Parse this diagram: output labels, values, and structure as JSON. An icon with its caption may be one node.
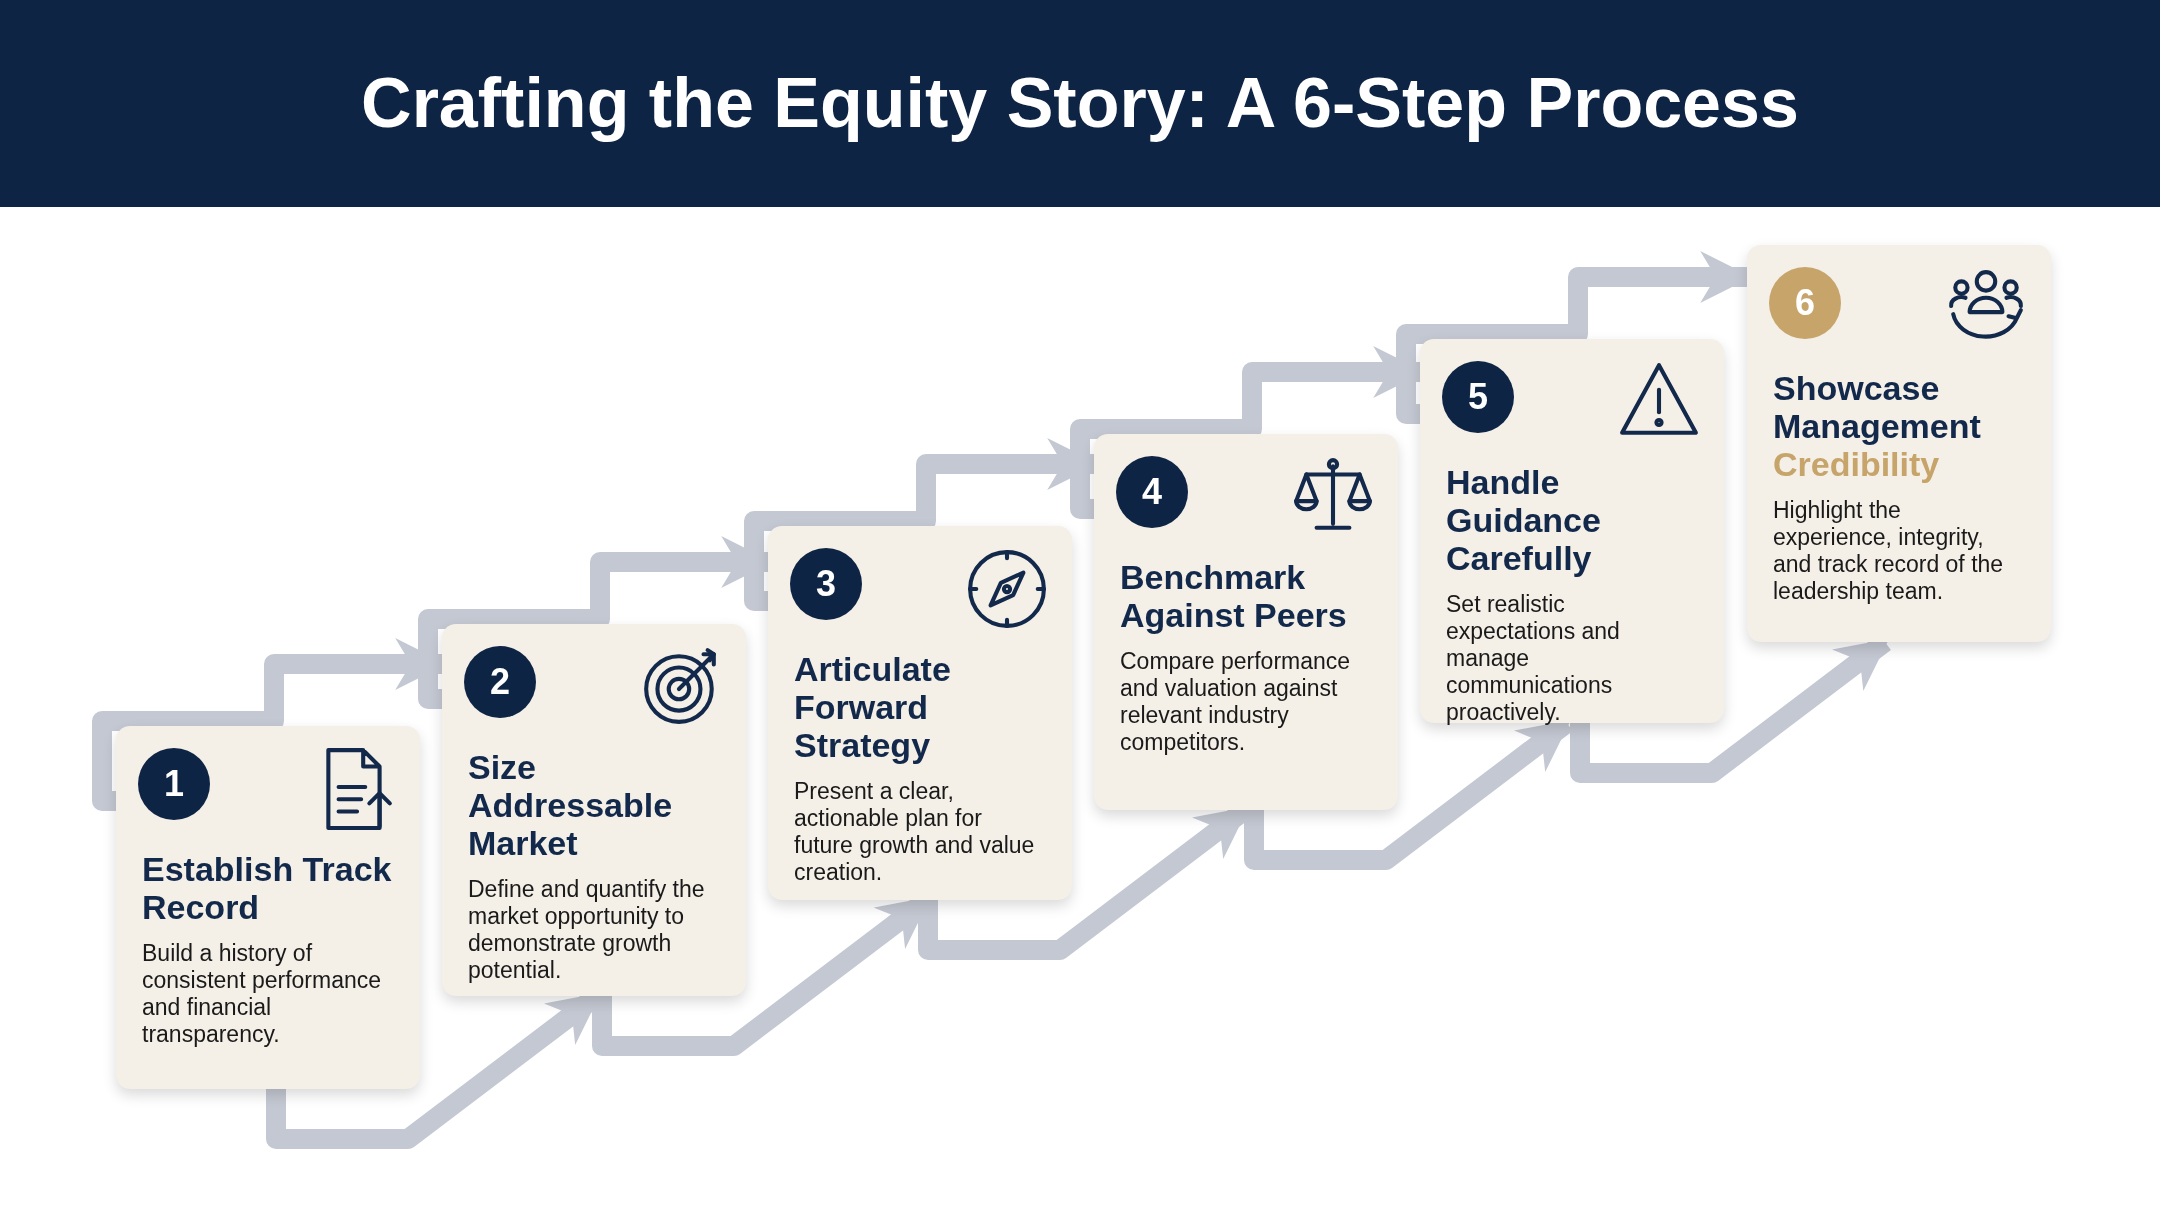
{
  "diagram": {
    "title": "Crafting the Equity Story: A 6-Step Process",
    "nodes": [
      {
        "text": [
          "1",
          "Establish Track Record",
          "Build a history of consistent performance and financial transparency."
        ]
      },
      {
        "text": [
          "2",
          "Size Addressable Market",
          "Define and quantify the market opportunity to demonstrate growth potential."
        ]
      },
      {
        "text": [
          "3",
          "Articulate Forward Strategy",
          "Present a clear, actionable plan for future growth and value creation."
        ]
      },
      {
        "text": [
          "4",
          "Benchmark Against Peers",
          "Compare performance and valuation against relevant industry competitors."
        ]
      },
      {
        "text": [
          "5",
          "Handle Guidance Carefully",
          "Set realistic expectations and manage communications proactively."
        ]
      },
      {
        "text": [
          "6",
          "Showcase Management *Credibility*",
          "Highlight the experience, integrity, and track record of the leadership team."
        ]
      }
    ],
    "edges": [
      {
        "from": 0,
        "to": 1,
        "arrow": "to"
      },
      {
        "from": 0,
        "to": 1,
        "arrow": "to"
      },
      {
        "from": 1,
        "to": 2,
        "arrow": "to"
      },
      {
        "from": 1,
        "to": 2,
        "arrow": "to"
      },
      {
        "from": 2,
        "to": 3,
        "arrow": "to"
      },
      {
        "from": 2,
        "to": 3,
        "arrow": "to"
      },
      {
        "from": 3,
        "to": 4,
        "arrow": "to"
      },
      {
        "from": 3,
        "to": 4,
        "arrow": "to"
      },
      {
        "from": 4,
        "to": 5,
        "arrow": "to"
      },
      {
        "from": 4,
        "to": 5,
        "arrow": "to"
      }
    ]
  }
}
